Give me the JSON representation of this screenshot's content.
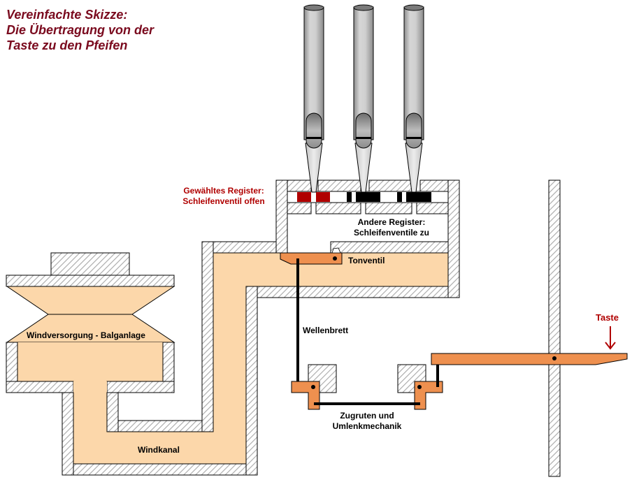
{
  "title": {
    "lines": [
      "Vereinfachte Skizze:",
      "Die Übertragung von der",
      "Taste zu den Pfeifen"
    ]
  },
  "labels": {
    "selected_register": [
      "Gewähltes Register:",
      "Schleifenventil offen"
    ],
    "other_registers": [
      "Andere Register:",
      "Schleifenventile zu"
    ],
    "tone_valve": "Tonventil",
    "wind_supply": "Windversorgung - Balganlage",
    "wind_channel": "Windkanal",
    "roller_board": "Wellenbrett",
    "trackers": [
      "Zugruten und",
      "Umlenkmechanik"
    ],
    "key": "Taste"
  },
  "colors": {
    "title": "#7a0a1e",
    "highlight_label": "#b00000",
    "wind_fill": "#fcd7aa",
    "mechanism_fill": "#ee904f",
    "slider_open": "#b00000",
    "slider_closed": "#000000",
    "pipe_gray": "#c8c8c8"
  },
  "pipes": [
    {
      "name": "pipe-1",
      "register_state": "open"
    },
    {
      "name": "pipe-2",
      "register_state": "closed"
    },
    {
      "name": "pipe-3",
      "register_state": "closed"
    }
  ]
}
